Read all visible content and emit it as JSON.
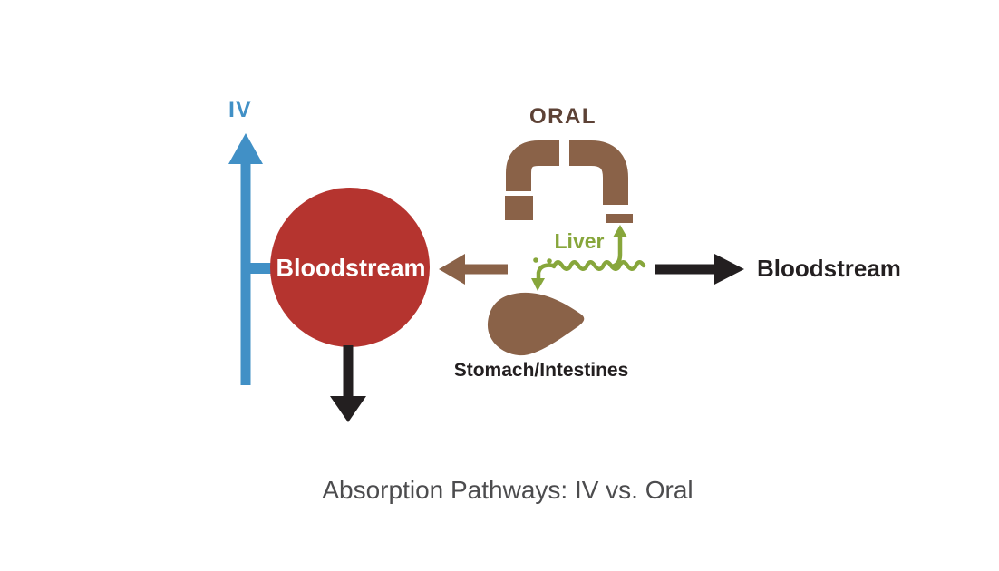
{
  "diagram": {
    "caption": "Absorption Pathways: IV vs. Oral",
    "iv_pathway": {
      "label": "IV",
      "bloodstream_label": "Bloodstream"
    },
    "oral_pathway": {
      "label": "ORAL",
      "liver_label": "Liver",
      "stomach_label": "Stomach/Intestines",
      "bloodstream_label": "Bloodstream"
    }
  },
  "colors": {
    "iv_blue": "#4190c6",
    "bloodstream_red": "#b5342f",
    "oral_brown": "#8a6248",
    "oral_text_brown": "#5d4236",
    "liver_green": "#87a63b",
    "arrow_black": "#231f20",
    "caption_gray": "#4c4c4e",
    "background": "#ffffff"
  }
}
